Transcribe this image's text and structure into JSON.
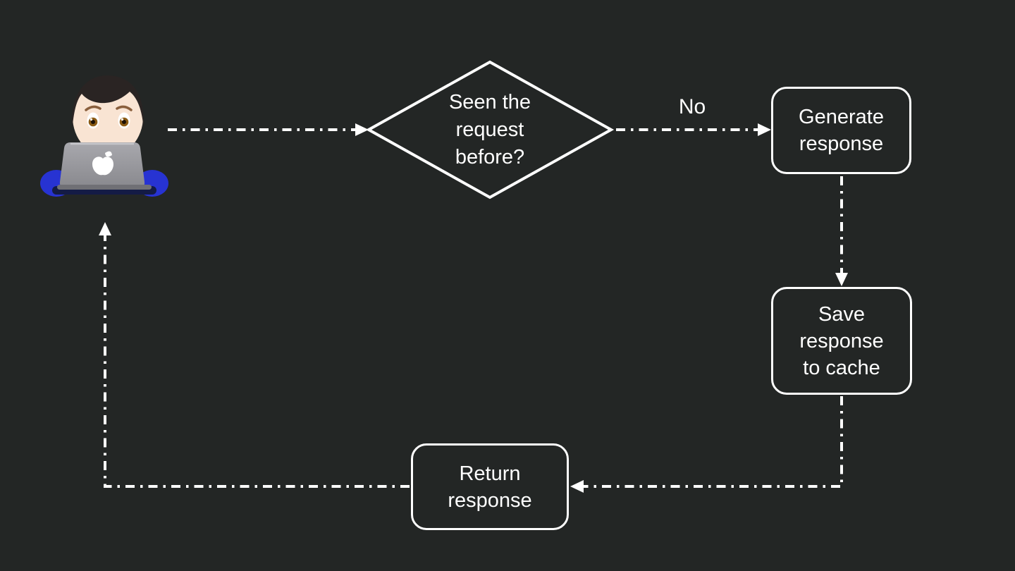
{
  "canvas": {
    "background_color": "#232625",
    "line_color": "#ffffff",
    "text_color": "#ffffff"
  },
  "icons": {
    "person": "person-technologist-at-laptop-emoji"
  },
  "decision": {
    "lines": [
      "Seen the",
      "request",
      "before?"
    ]
  },
  "edge_labels": {
    "no": "No"
  },
  "boxes": {
    "generate": {
      "lines": [
        "Generate",
        "response"
      ]
    },
    "save": {
      "lines": [
        "Save",
        "response",
        "to cache"
      ]
    },
    "return": {
      "lines": [
        "Return",
        "response"
      ]
    }
  }
}
